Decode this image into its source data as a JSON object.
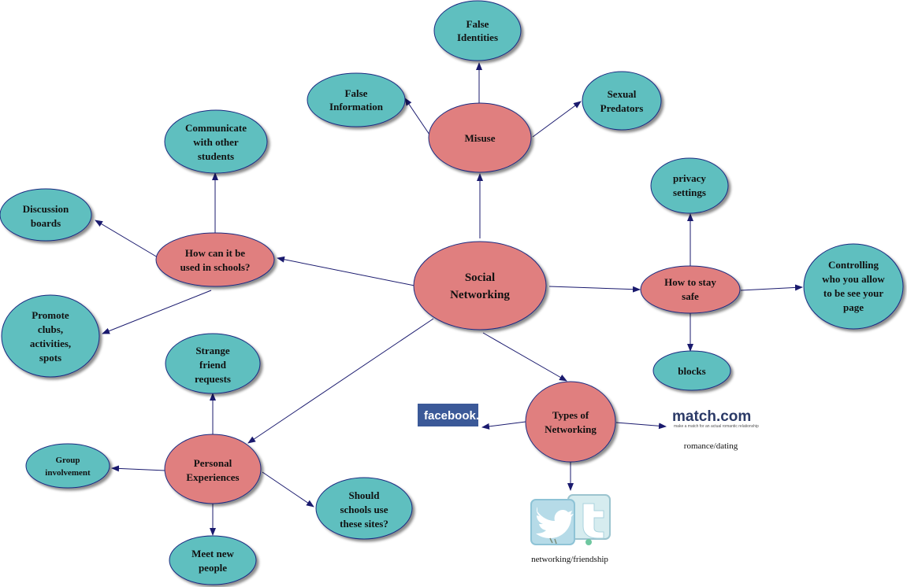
{
  "colors": {
    "pink": "#e07f7f",
    "teal": "#5fbfbf",
    "stroke": "#1a2a80",
    "arrow": "#1a1a6e"
  },
  "nodes": {
    "center": {
      "lines": [
        "Social",
        "Networking"
      ]
    },
    "misuse": {
      "lines": [
        "Misuse"
      ]
    },
    "false_identities": {
      "lines": [
        "False",
        "Identities"
      ]
    },
    "false_information": {
      "lines": [
        "False",
        "Information"
      ]
    },
    "sexual_predators": {
      "lines": [
        "Sexual",
        "Predators"
      ]
    },
    "schools": {
      "lines": [
        "How can it be",
        "used in schools?"
      ]
    },
    "communicate": {
      "lines": [
        "Communicate",
        "with other",
        "students"
      ]
    },
    "discussion": {
      "lines": [
        "Discussion",
        "boards"
      ]
    },
    "promote": {
      "lines": [
        "Promote",
        "clubs,",
        "activities,",
        "spots"
      ]
    },
    "safe": {
      "lines": [
        "How to stay",
        "safe"
      ]
    },
    "privacy": {
      "lines": [
        "privacy",
        "settings"
      ]
    },
    "controlling": {
      "lines": [
        "Controlling",
        "who you allow",
        "to be see your",
        "page"
      ]
    },
    "blocks": {
      "lines": [
        "blocks"
      ]
    },
    "personal": {
      "lines": [
        "Personal",
        "Experiences"
      ]
    },
    "strange": {
      "lines": [
        "Strange",
        "friend",
        "requests"
      ]
    },
    "group": {
      "lines": [
        "Group",
        "involvement"
      ]
    },
    "meet": {
      "lines": [
        "Meet new",
        "people"
      ]
    },
    "should": {
      "lines": [
        "Should",
        "schools use",
        "these sites?"
      ]
    },
    "types": {
      "lines": [
        "Types of",
        "Networking"
      ]
    }
  },
  "logos": {
    "facebook": "facebook.",
    "match": "match.com",
    "match_tagline": "make a match for an actual romantic relationship",
    "twitter_icon": "twitter-bird-icon"
  },
  "captions": {
    "match": "romance/dating",
    "twitter": "networking/friendship"
  }
}
